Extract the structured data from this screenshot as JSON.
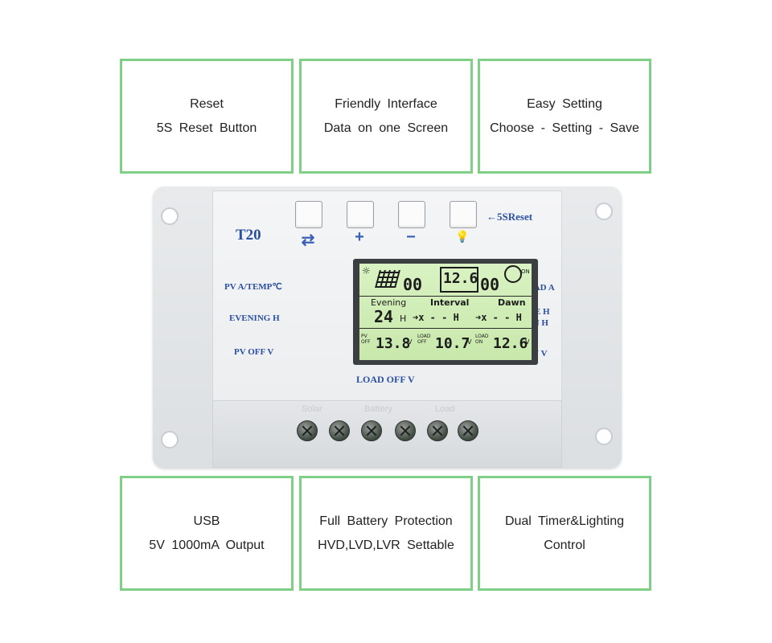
{
  "features_top": [
    {
      "line1": "Reset",
      "line2": "5S Reset Button"
    },
    {
      "line1": "Friendly Interface",
      "line2": "Data on one Screen"
    },
    {
      "line1": "Easy Setting",
      "line2": "Choose - Setting - Save"
    }
  ],
  "features_bottom": [
    {
      "line1": "USB",
      "line2": "5V 1000mA Output"
    },
    {
      "line1": "Full Battery Protection",
      "line2": "HVD,LVD,LVR Settable"
    },
    {
      "line1": "Dual Timer&Lighting",
      "line2": "Control"
    }
  ],
  "device": {
    "model": "T20",
    "reset_label": "←5SReset",
    "keys": [
      "⇄",
      "+",
      "−",
      "💡"
    ],
    "left_labels": [
      "PV A/TEMP℃",
      "EVENING H",
      "PV OFF V"
    ],
    "right_labels": [
      "BATV/LOAD A",
      "PAUSE H",
      "DAWN H",
      "LOAD ON V"
    ],
    "bottom_label": "LOAD OFF V",
    "terminal_labels": [
      "Solar",
      "Battery",
      "Load"
    ],
    "accent_color": "#2b4fa0",
    "lcd": {
      "row1": {
        "pv_current": "00",
        "battery_voltage": "12.6",
        "load_current": "00",
        "on_label": "ON"
      },
      "row2": {
        "evening_label": "Evening",
        "interval_label": "Interval",
        "dawn_label": "Dawn",
        "evening_value": "24",
        "h1": "H",
        "interval_value": "➜x - - H",
        "dawn_value": "➜x - - H"
      },
      "row3": {
        "pv_off_label": "PV OFF",
        "pv_off": "13.8",
        "load_off_label": "LOAD OFF",
        "load_off": "10.7",
        "load_on_label": "LOAD ON",
        "load_on": "12.6",
        "unit": "V"
      }
    }
  }
}
